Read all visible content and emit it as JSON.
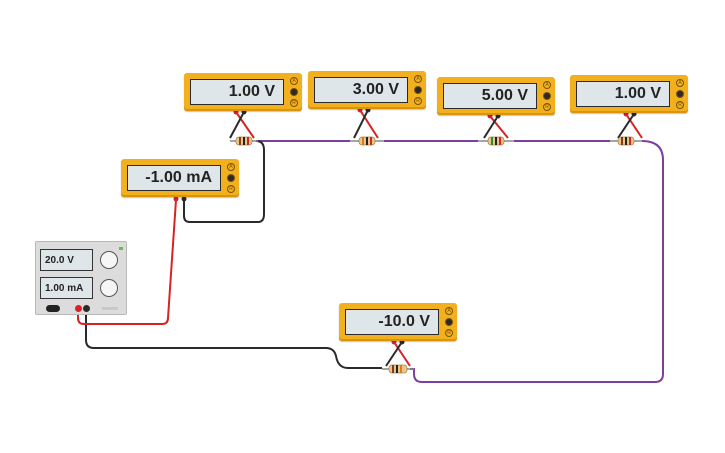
{
  "voltmeters": [
    {
      "id": "vm-r1",
      "reading": "1.00 V"
    },
    {
      "id": "vm-r2",
      "reading": "3.00 V"
    },
    {
      "id": "vm-r3",
      "reading": "5.00 V"
    },
    {
      "id": "vm-r4",
      "reading": "1.00 V"
    },
    {
      "id": "vm-r5",
      "reading": "-10.0 V"
    }
  ],
  "ammeter": {
    "reading": "-1.00 mA"
  },
  "power_supply": {
    "voltage": "20.0 V",
    "current": "1.00 mA"
  },
  "meter_mode_labels": [
    "A",
    "V",
    "R"
  ],
  "colors": {
    "meter_body": "#f2b01e",
    "wire_red": "#d62424",
    "wire_black": "#2a2a2a",
    "wire_purple": "#7b3fa0",
    "resistor_body": "#e9c98a"
  }
}
